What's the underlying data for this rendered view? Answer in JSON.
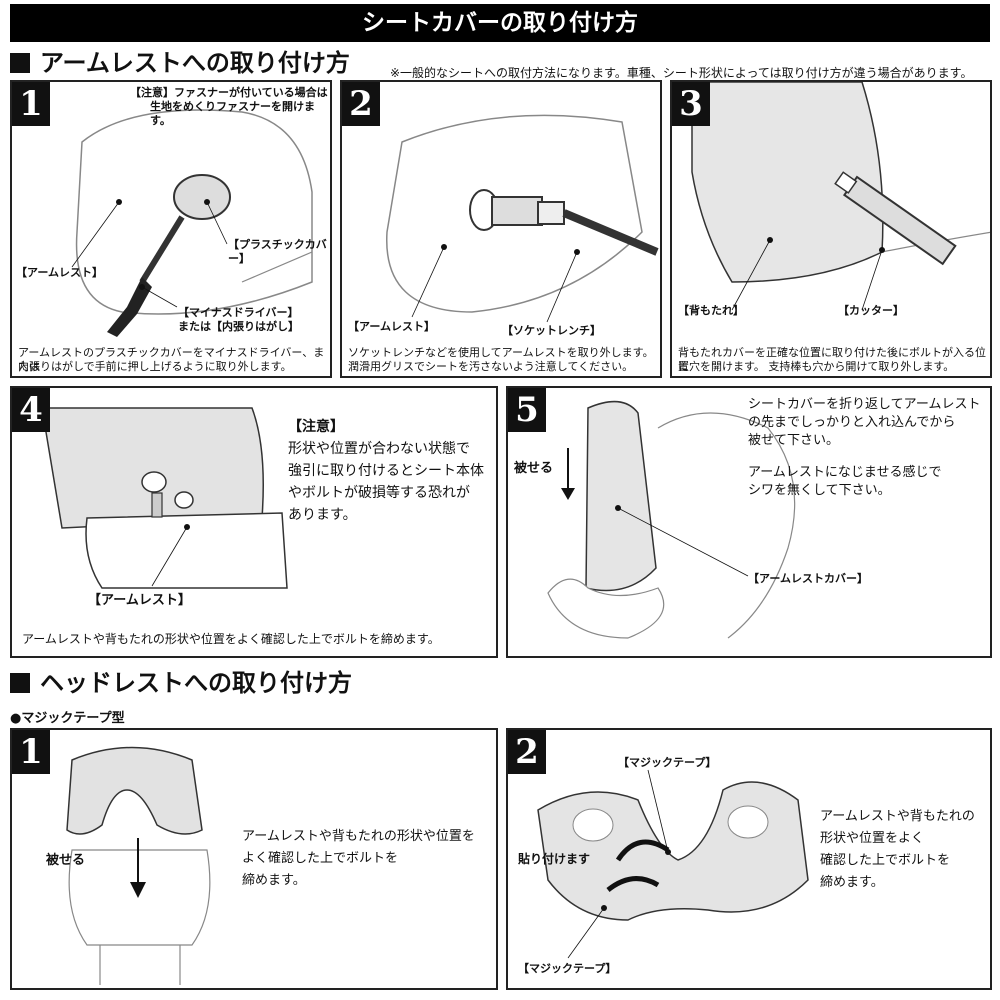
{
  "title": "シートカバーの取り付け方",
  "armrest_section": {
    "heading": "アームレストへの取り付け方",
    "note": "※一般的なシートへの取付方法になります。車種、シート形状によっては取り付け方が違う場合があります。",
    "steps": [
      {
        "num": "1",
        "callout_line1": "【注意】ファスナーが付いている場合は",
        "callout_line2": "生地をめくりファスナーを開けます。",
        "label_cover": "【プラスチックカバー】",
        "label_armrest": "【アームレスト】",
        "label_driver_1": "【マイナスドライバー】",
        "label_driver_2": "または【内張りはがし】",
        "caption_1": "アームレストのプラスチックカバーをマイナスドライバー、または",
        "caption_2": "内張りはがしで手前に押し上げるように取り外します。"
      },
      {
        "num": "2",
        "label_armrest": "【アームレスト】",
        "label_wrench": "【ソケットレンチ】",
        "caption_1": "ソケットレンチなどを使用してアームレストを取り外します。",
        "caption_2": "潤滑用グリスでシートを汚さないよう注意してください。"
      },
      {
        "num": "3",
        "label_back": "【背もたれ】",
        "label_cutter": "【カッター】",
        "caption_1": "背もたれカバーを正確な位置に取り付けた後にボルトが入る位置",
        "caption_2": "に穴を開けます。 支持棒も穴から開けて取り外します。"
      },
      {
        "num": "4",
        "warn_title": "【注意】",
        "warn_1": "形状や位置が合わない状態で",
        "warn_2": "強引に取り付けるとシート本体",
        "warn_3": "やボルトが破損等する恐れが",
        "warn_4": "あります。",
        "label_armrest": "【アームレスト】",
        "caption": "アームレストや背もたれの形状や位置をよく確認した上でボルトを締めます。"
      },
      {
        "num": "5",
        "text_1": "シートカバーを折り返してアームレスト",
        "text_2": "の先までしっかりと入れ込んでから",
        "text_3": "被せて下さい。",
        "text_4": "アームレストになじませる感じで",
        "text_5": "シワを無くして下さい。",
        "label_cover": "【アームレストカバー】",
        "label_put_on": "被せる"
      }
    ]
  },
  "headrest_section": {
    "heading": "ヘッドレストへの取り付け方",
    "subtitle": "●マジックテープ型",
    "steps": [
      {
        "num": "1",
        "label_put_on": "被せる",
        "text_1": "アームレストや背もたれの形状や位置を",
        "text_2": "よく確認した上でボルトを",
        "text_3": "締めます。"
      },
      {
        "num": "2",
        "label_tape_top": "【マジックテープ】",
        "label_attach": "貼り付けます",
        "label_tape_bottom": "【マジックテープ】",
        "text_1": "アームレストや背もたれの",
        "text_2": "形状や位置をよく",
        "text_3": "確認した上でボルトを",
        "text_4": "締めます。"
      }
    ]
  }
}
